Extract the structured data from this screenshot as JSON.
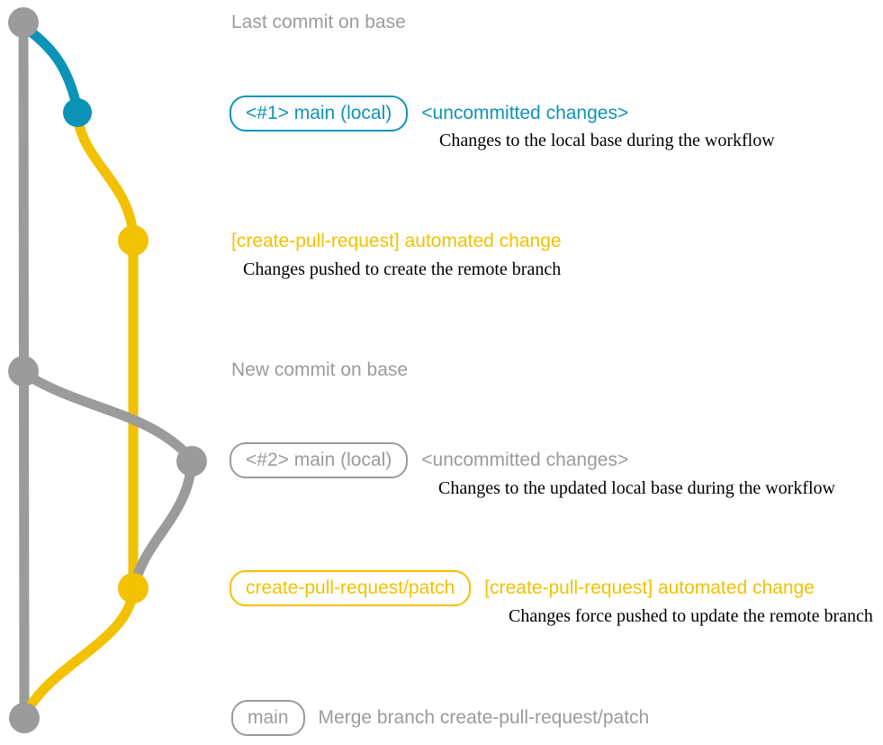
{
  "colors": {
    "gray": "#9b9b9b",
    "teal": "#0e93b8",
    "yellow": "#f2c100"
  },
  "annotations": {
    "last_commit_label": "Last commit on base",
    "new_commit_label": "New commit on base",
    "row1": {
      "badge": "<#1> main (local)",
      "title": "<uncommitted changes>",
      "desc": "Changes to the local base during the workflow"
    },
    "row2": {
      "title": "[create-pull-request] automated change",
      "desc": "Changes pushed to create the remote branch"
    },
    "row3": {
      "badge": "<#2> main (local)",
      "title": "<uncommitted changes>",
      "desc": "Changes to the updated local base during the workflow"
    },
    "row4": {
      "badge": "create-pull-request/patch",
      "title": "[create-pull-request] automated change",
      "desc": "Changes force pushed to update the remote branch"
    },
    "row5": {
      "badge": "main",
      "title": "Merge branch create-pull-request/patch"
    }
  },
  "graph": {
    "branches": [
      "base-branch",
      "local-main-branch",
      "create-pull-request-patch-branch"
    ],
    "commits": [
      "last-commit-on-base",
      "local-uncommitted-1",
      "automated-change-1",
      "new-commit-on-base",
      "local-uncommitted-2",
      "automated-change-2",
      "merge-commit"
    ]
  }
}
